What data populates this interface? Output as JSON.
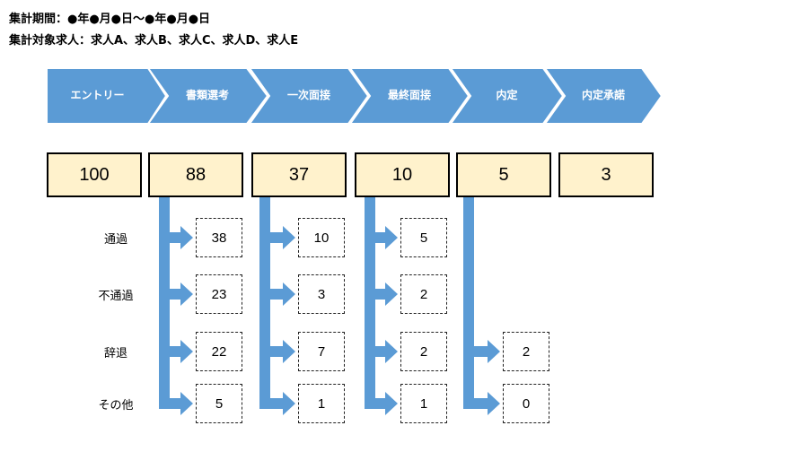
{
  "header": {
    "period": "集計期間：●年●月●日～●年●月●日",
    "targets": "集計対象求人：求人A、求人B、求人C、求人D、求人E"
  },
  "colors": {
    "chevron": "#5b9bd5",
    "connector": "#5b9bd5",
    "count_box_fill": "#fff2cc",
    "label_text": "#ffffff"
  },
  "stages": [
    {
      "label": "エントリー",
      "count": "100"
    },
    {
      "label": "書類選考",
      "count": "88"
    },
    {
      "label": "一次面接",
      "count": "37"
    },
    {
      "label": "最終面接",
      "count": "10"
    },
    {
      "label": "内定",
      "count": "5"
    },
    {
      "label": "内定承諾",
      "count": "3"
    }
  ],
  "outcomes": [
    "通過",
    "不通過",
    "辞退",
    "その他"
  ],
  "breakdown": [
    {
      "stage": "書類選考",
      "values": [
        "38",
        "23",
        "22",
        "5"
      ]
    },
    {
      "stage": "一次面接",
      "values": [
        "10",
        "3",
        "7",
        "1"
      ]
    },
    {
      "stage": "最終面接",
      "values": [
        "5",
        "2",
        "2",
        "1"
      ]
    },
    {
      "stage": "内定",
      "values": [
        "",
        "",
        "2",
        "0"
      ]
    }
  ]
}
